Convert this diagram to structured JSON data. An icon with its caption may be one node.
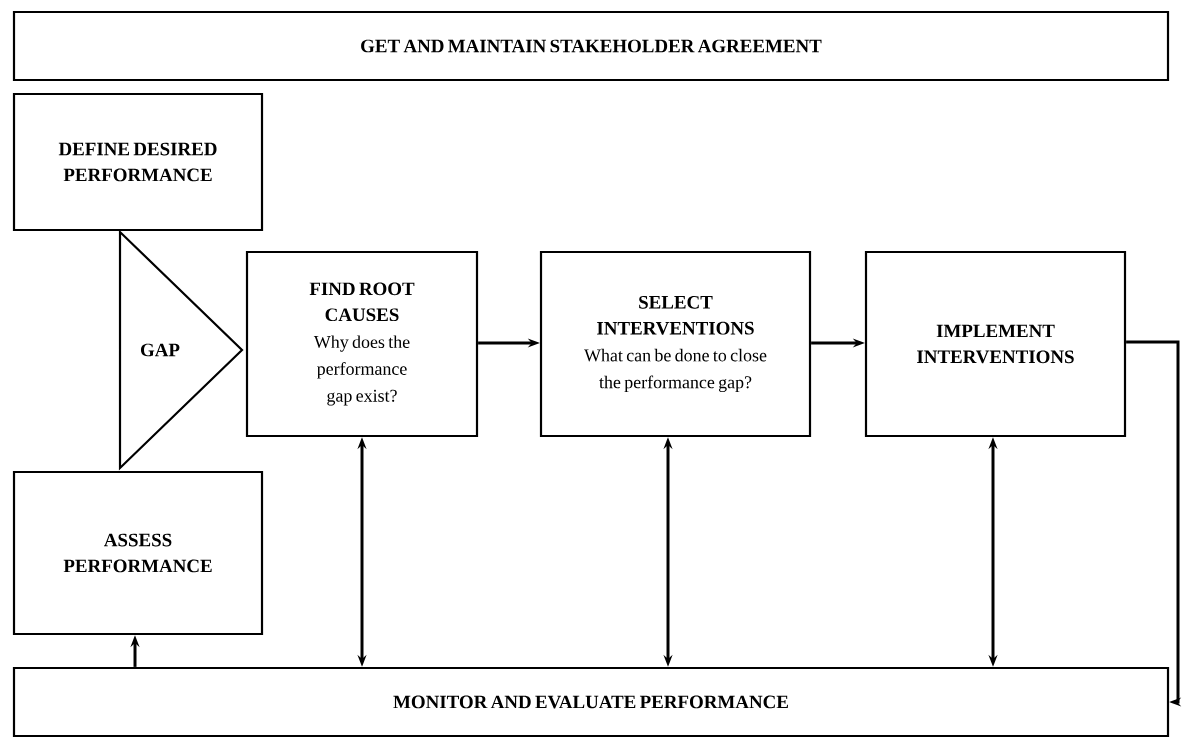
{
  "diagram": {
    "nodes": [
      {
        "text": [
          "GET AND MAINTAIN STAKEHOLDER AGREEMENT"
        ]
      },
      {
        "text": [
          "DEFINE DESIRED PERFORMANCE"
        ]
      },
      {
        "text": [
          "GAP"
        ]
      },
      {
        "text": [
          "FIND ROOT CAUSES",
          "Why does the performance gap exist?"
        ]
      },
      {
        "text": [
          "SELECT INTERVENTIONS",
          "What can be done to close the performance gap?"
        ]
      },
      {
        "text": [
          "IMPLEMENT INTERVENTIONS"
        ]
      },
      {
        "text": [
          "ASSESS PERFORMANCE"
        ]
      },
      {
        "text": [
          "MONITOR AND EVALUATE PERFORMANCE"
        ]
      }
    ],
    "edges": [
      {
        "from": 3,
        "to": 4,
        "arrow": "to"
      },
      {
        "from": 4,
        "to": 5,
        "arrow": "to"
      },
      {
        "from": 5,
        "to": 7,
        "arrow": "to"
      },
      {
        "from": 7,
        "to": 6,
        "arrow": "to"
      },
      {
        "from": 3,
        "to": 7,
        "arrow": "both"
      },
      {
        "from": 4,
        "to": 7,
        "arrow": "both"
      },
      {
        "from": 5,
        "to": 7,
        "arrow": "both"
      }
    ]
  }
}
